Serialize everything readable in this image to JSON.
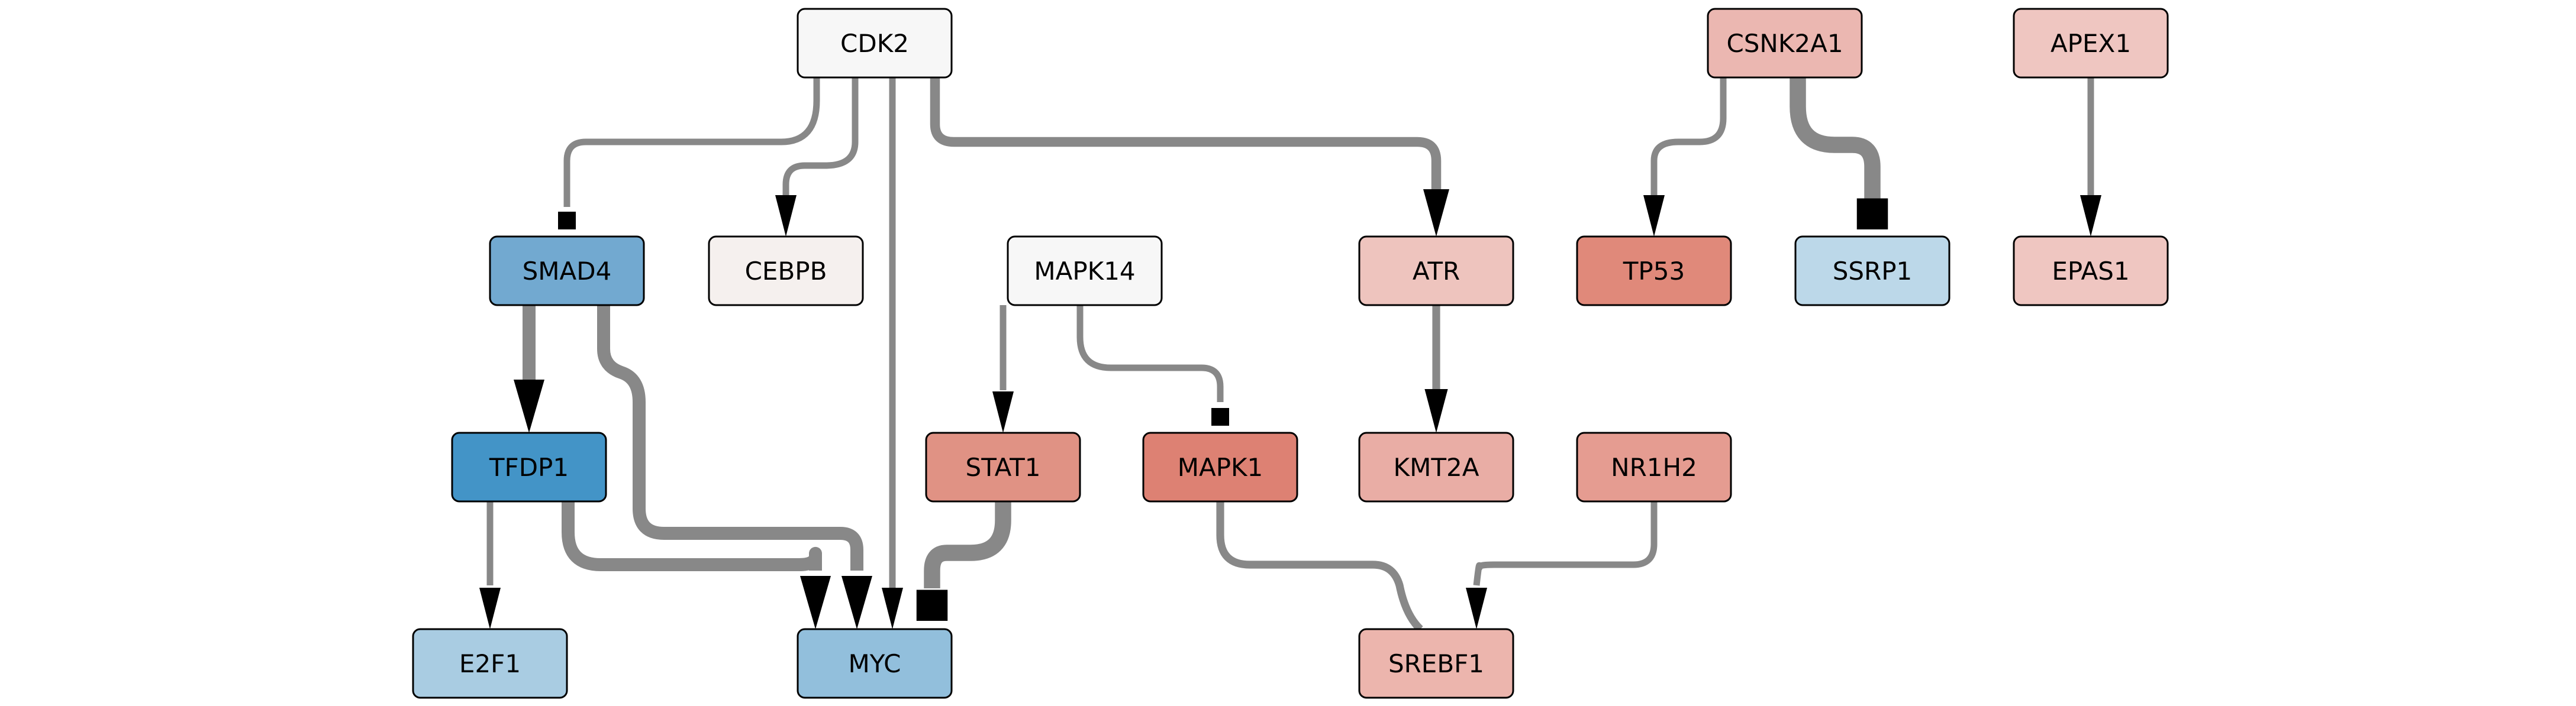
{
  "nodes": [
    {
      "id": "CDK2",
      "label": "CDK2",
      "color": "#f7f7f7"
    },
    {
      "id": "CSNK2A1",
      "label": "CSNK2A1",
      "color": "#ebb7b1"
    },
    {
      "id": "APEX1",
      "label": "APEX1",
      "color": "#efc6c1"
    },
    {
      "id": "SMAD4",
      "label": "SMAD4",
      "color": "#72a9d0"
    },
    {
      "id": "CEBPB",
      "label": "CEBPB",
      "color": "#f5f0ee"
    },
    {
      "id": "MAPK14",
      "label": "MAPK14",
      "color": "#f7f7f7"
    },
    {
      "id": "ATR",
      "label": "ATR",
      "color": "#eec4be"
    },
    {
      "id": "TP53",
      "label": "TP53",
      "color": "#e0897a"
    },
    {
      "id": "SSRP1",
      "label": "SSRP1",
      "color": "#bcd8e9"
    },
    {
      "id": "EPAS1",
      "label": "EPAS1",
      "color": "#efc6c1"
    },
    {
      "id": "TFDP1",
      "label": "TFDP1",
      "color": "#4394c7"
    },
    {
      "id": "STAT1",
      "label": "STAT1",
      "color": "#e09284"
    },
    {
      "id": "MAPK1",
      "label": "MAPK1",
      "color": "#dd8173"
    },
    {
      "id": "KMT2A",
      "label": "KMT2A",
      "color": "#e9ada5"
    },
    {
      "id": "NR1H2",
      "label": "NR1H2",
      "color": "#e59c91"
    },
    {
      "id": "E2F1",
      "label": "E2F1",
      "color": "#a9cce2"
    },
    {
      "id": "MYC",
      "label": "MYC",
      "color": "#92bfdc"
    },
    {
      "id": "SREBF1",
      "label": "SREBF1",
      "color": "#ecb5ad"
    }
  ],
  "edges": [
    {
      "source": "CDK2",
      "target": "SMAD4",
      "type": "inhibition",
      "weight": 1
    },
    {
      "source": "CDK2",
      "target": "CEBPB",
      "type": "activation",
      "weight": 1
    },
    {
      "source": "CDK2",
      "target": "MYC",
      "type": "activation",
      "weight": 1
    },
    {
      "source": "CDK2",
      "target": "ATR",
      "type": "activation",
      "weight": 1.5
    },
    {
      "source": "CSNK2A1",
      "target": "TP53",
      "type": "activation",
      "weight": 1
    },
    {
      "source": "CSNK2A1",
      "target": "SSRP1",
      "type": "inhibition",
      "weight": 2.5
    },
    {
      "source": "APEX1",
      "target": "EPAS1",
      "type": "activation",
      "weight": 1
    },
    {
      "source": "SMAD4",
      "target": "TFDP1",
      "type": "activation",
      "weight": 2
    },
    {
      "source": "SMAD4",
      "target": "MYC",
      "type": "activation",
      "weight": 2
    },
    {
      "source": "MAPK14",
      "target": "STAT1",
      "type": "activation",
      "weight": 1
    },
    {
      "source": "MAPK14",
      "target": "MAPK1",
      "type": "inhibition",
      "weight": 1
    },
    {
      "source": "ATR",
      "target": "KMT2A",
      "type": "activation",
      "weight": 1.2
    },
    {
      "source": "TFDP1",
      "target": "E2F1",
      "type": "activation",
      "weight": 1
    },
    {
      "source": "TFDP1",
      "target": "MYC",
      "type": "activation",
      "weight": 2
    },
    {
      "source": "STAT1",
      "target": "MYC",
      "type": "inhibition",
      "weight": 2.5
    },
    {
      "source": "MAPK1",
      "target": "SREBF1",
      "type": "activation",
      "weight": 1.2
    },
    {
      "source": "NR1H2",
      "target": "SREBF1",
      "type": "activation",
      "weight": 1
    }
  ]
}
